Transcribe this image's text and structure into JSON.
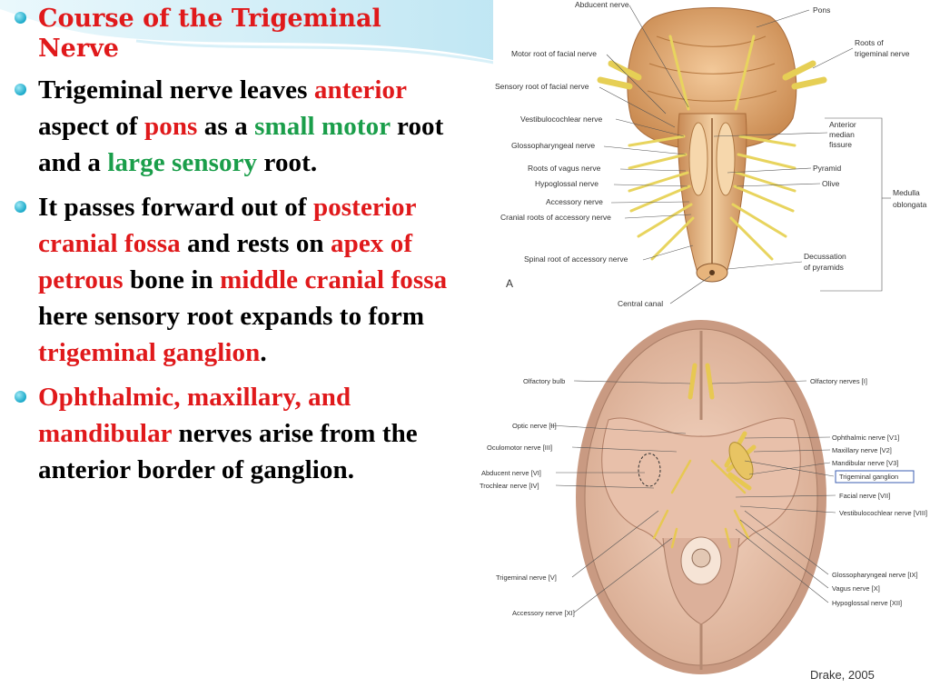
{
  "slide": {
    "title": "Course of the Trigeminal Nerve",
    "bullet1": {
      "p1": "Trigeminal nerve leaves ",
      "r1": "anterior",
      "p2": " aspect of ",
      "r2": "pons",
      "p3": " as a ",
      "g1": "small motor",
      "p4": " root  and a ",
      "g2": "large sensory",
      "p5": " root."
    },
    "bullet2": {
      "p1": "It passes forward out of ",
      "r1": "posterior cranial fossa",
      "p2": " and rests on ",
      "r2": "apex of petrous",
      "p3": " bone in ",
      "r3": "middle cranial fossa",
      "p4": " here sensory root  expands to form ",
      "r4": "trigeminal ganglion",
      "p5": "."
    },
    "bullet3": {
      "r1": "Ophthalmic, maxillary, and mandibular",
      "p1": " nerves arise from the anterior border of ganglion."
    }
  },
  "figure_top": {
    "panel_letter": "A",
    "labels_left": [
      "Abducent nerve",
      "Motor root of facial nerve",
      "Sensory root of facial nerve",
      "Vestibulocochlear nerve",
      "Glossopharyngeal nerve",
      "Roots of vagus nerve",
      "Hypoglossal nerve",
      "Accessory nerve",
      "Cranial roots of accessory nerve",
      "Spinal root of accessory nerve",
      "Central canal"
    ],
    "labels_right": {
      "pons": "Pons",
      "roots_trig_1": "Roots of",
      "roots_trig_2": "trigeminal nerve",
      "amf_1": "Anterior",
      "amf_2": "median",
      "amf_3": "fissure",
      "pyramid": "Pyramid",
      "olive": "Olive",
      "medulla_1": "Medulla",
      "medulla_2": "oblongata",
      "decuss_1": "Decussation",
      "decuss_2": "of pyramids"
    }
  },
  "figure_bottom": {
    "labels_left": [
      "Olfactory bulb",
      "Optic nerve [II]",
      "Oculomotor nerve [III]",
      "Abducent nerve [VI]",
      "Trochlear nerve [IV]",
      "Trigeminal nerve [V]",
      "Accessory nerve [XI]"
    ],
    "labels_right": [
      "Olfactory nerves [I]",
      "Ophthalmic nerve [V1]",
      "Maxillary nerve [V2]",
      "Mandibular nerve [V3]",
      "Trigeminal ganglion",
      "Facial nerve [VII]",
      "Vestibulocochlear nerve [VIII]",
      "Glossopharyngeal nerve [IX]",
      "Vagus nerve [X]",
      "Hypoglossal nerve [XII]"
    ],
    "credit": "Drake, 2005"
  },
  "colors": {
    "accent_red": "#e0191b",
    "accent_green": "#1a9e4a",
    "bullet_teal": "#1aa9c9"
  }
}
